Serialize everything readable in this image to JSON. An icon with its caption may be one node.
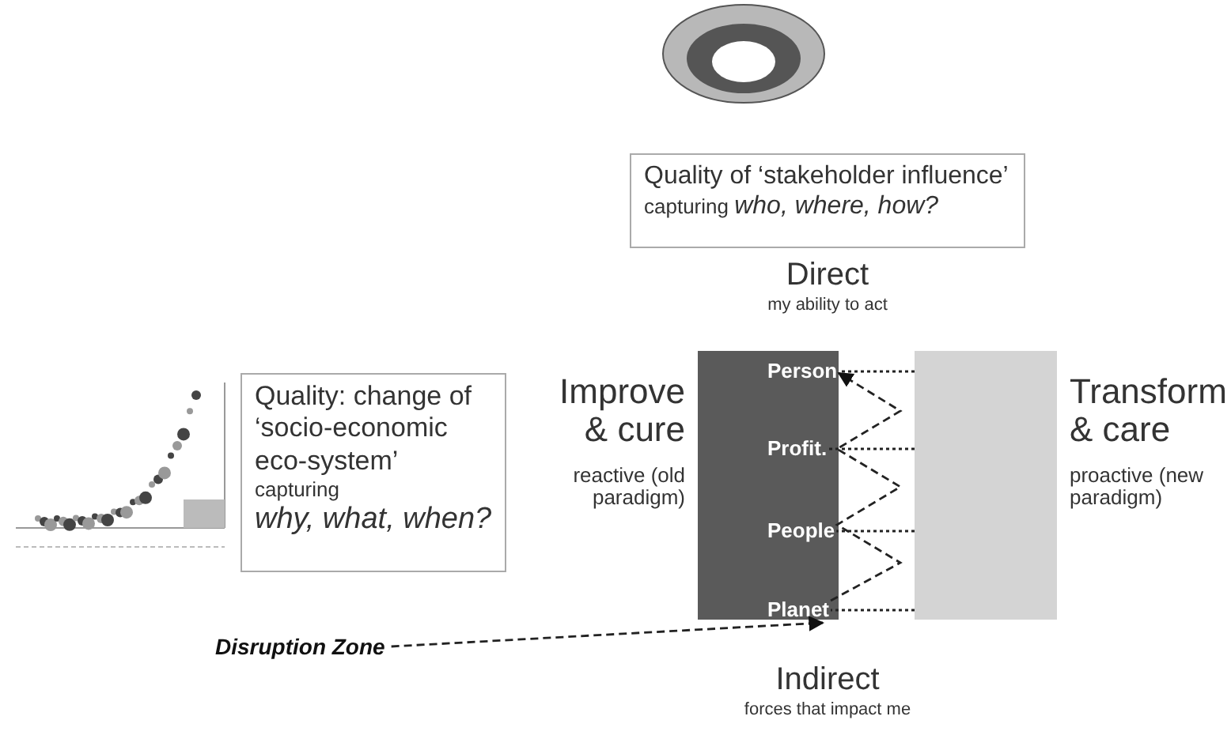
{
  "diagram": {
    "nodes": [
      {
        "text": [],
        "shape": "picture"
      },
      {
        "text": [
          "Quality of ‘stakeholder influence’",
          "capturing *who, where, how?*"
        ]
      },
      {
        "text": [],
        "shape": "picture"
      },
      {
        "text": [
          "Quality: change of ‘socio-economic eco-system’",
          "capturing",
          "why, what, when?"
        ]
      },
      {
        "text": [],
        "shape": "bar"
      },
      {
        "text": [
          "Person"
        ],
        "in": 4
      },
      {
        "text": [
          "Profit."
        ],
        "in": 4
      },
      {
        "text": [
          "People"
        ],
        "in": 4
      },
      {
        "text": [
          "Planet"
        ],
        "in": 4
      },
      {
        "text": [],
        "shape": "bar"
      },
      {
        "text": [
          "Disruption Zone"
        ]
      }
    ],
    "edges": [
      {
        "from": 9,
        "to": 5,
        "arrow": "none",
        "style": "dashed"
      },
      {
        "from": 9,
        "to": 6,
        "arrow": "none",
        "style": "dashed"
      },
      {
        "from": 9,
        "to": 7,
        "arrow": "none",
        "style": "dashed"
      },
      {
        "from": 9,
        "to": 8,
        "arrow": "none",
        "style": "dashed"
      },
      {
        "from": 8,
        "to": 5,
        "arrow": "to",
        "style": "dashed"
      },
      {
        "from": 10,
        "to": 8,
        "arrow": "to",
        "style": "dashed"
      }
    ],
    "labels": [
      "Direct",
      "my ability to act",
      "Improve & cure",
      "reactive (old paradigm)",
      "Transform & care",
      "proactive (new paradigm)",
      "Indirect",
      "forces that impact me"
    ]
  }
}
